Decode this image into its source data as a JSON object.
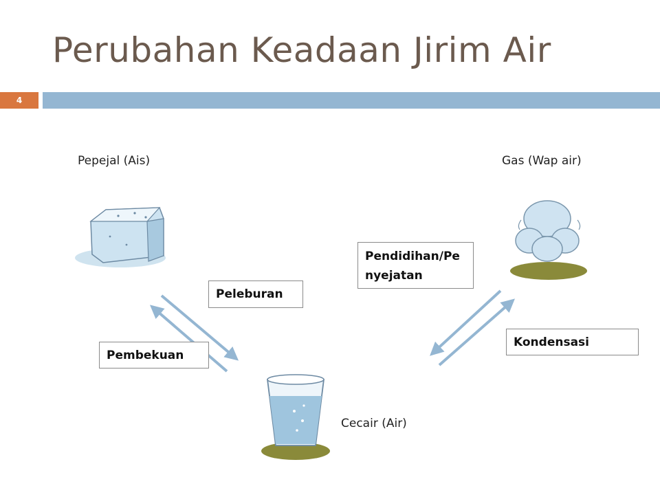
{
  "slide": {
    "title": "Perubahan Keadaan Jirim Air",
    "number": "4"
  },
  "states": {
    "solid": "Pepejal (Ais)",
    "gas": "Gas (Wap air)",
    "liquid": "Cecair (Air)"
  },
  "processes": {
    "melting": "Peleburan",
    "freezing": "Pembekuan",
    "boiling": "Pendidihan/Penyejatan",
    "condensation": "Kondensasi"
  },
  "colors": {
    "title": "#6b5a4e",
    "accent": "#d9773f",
    "bar": "#94b6d2",
    "arrow": "#94b6d2"
  },
  "icons": [
    "ice-cube-icon",
    "water-glass-icon",
    "steam-cloud-icon"
  ]
}
